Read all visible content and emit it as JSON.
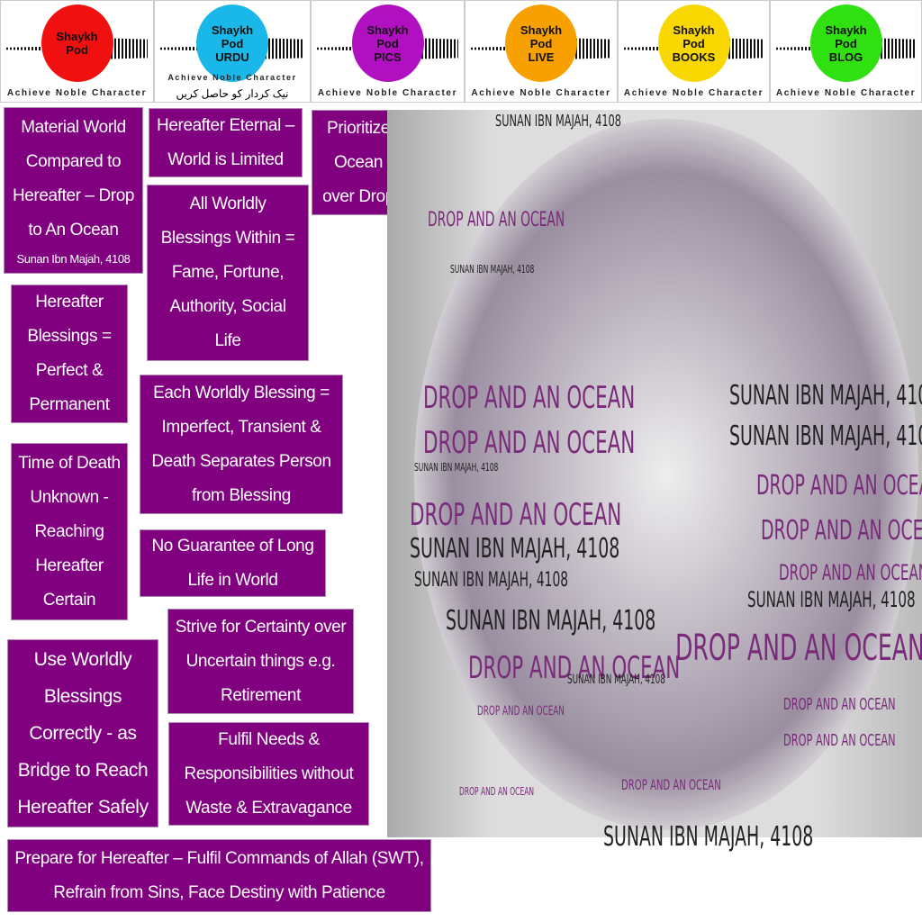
{
  "header": {
    "tagline": "Achieve Noble Character",
    "urdu_tagline": "نیک کردار کو حاصل کریں",
    "logos": [
      {
        "line1": "Shaykh",
        "line2": "Pod",
        "line3": "",
        "color": "#f01010"
      },
      {
        "line1": "Shaykh",
        "line2": "Pod",
        "line3": "URDU",
        "color": "#1ab8e8"
      },
      {
        "line1": "Shaykh",
        "line2": "Pod",
        "line3": "PICS",
        "color": "#b010c0"
      },
      {
        "line1": "Shaykh",
        "line2": "Pod",
        "line3": "LIVE",
        "color": "#f8a000"
      },
      {
        "line1": "Shaykh",
        "line2": "Pod",
        "line3": "BOOKS",
        "color": "#f8d800"
      },
      {
        "line1": "Shaykh",
        "line2": "Pod",
        "line3": "BLOG",
        "color": "#30e010"
      }
    ]
  },
  "boxes": {
    "b1": "Material World Compared to Hereafter – Drop to An Ocean",
    "b1_ref": "Sunan Ibn Majah, 4108",
    "b2": "Hereafter Eternal – World is Limited",
    "b3": "Prioritize Ocean over Drop",
    "b4": "All Worldly Blessings Within = Fame, Fortune, Authority, Social Life",
    "b5": "Hereafter Blessings = Perfect & Permanent",
    "b6": "Each Worldly Blessing = Imperfect, Transient & Death Separates Person from Blessing",
    "b7": "Time of Death Unknown - Reaching Hereafter Certain",
    "b8": "No Guarantee of Long Life in World",
    "b9": "Strive for Certainty over Uncertain things e.g. Retirement",
    "b10": "Use Worldly Blessings Correctly - as Bridge to Reach Hereafter Safely",
    "b11": "Fulfil Needs & Responsibilities without Waste & Extravagance",
    "b12": "Prepare for Hereafter – Fulfil Commands of Allah (SWT), Refrain from Sins, Face Destiny with Patience"
  },
  "cloud": {
    "phrase1": "DROP AND AN OCEAN",
    "phrase2": "SUNAN IBN MAJAH, 4108"
  },
  "colors": {
    "box": "#800080"
  }
}
